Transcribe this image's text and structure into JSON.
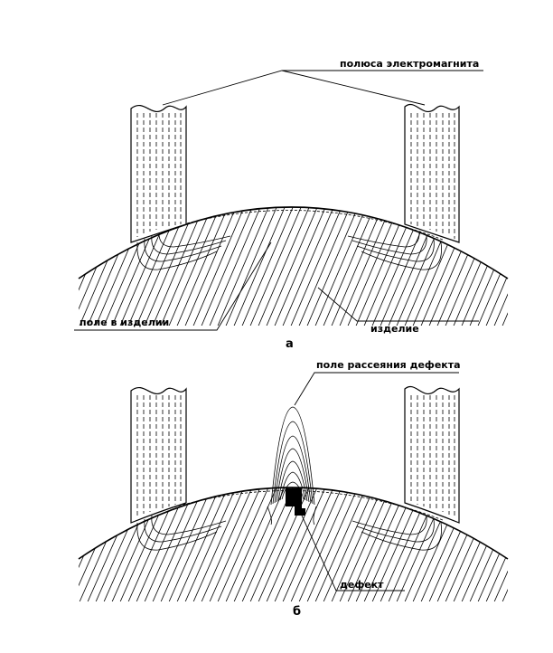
{
  "panel_a": {
    "poles_label": "полюса электромагнита",
    "field_label": "поле в изделии",
    "part_label": "изделие",
    "letter": "а"
  },
  "panel_b": {
    "leakage_label": "поле рассеяния дефекта",
    "defect_label": "дефект",
    "letter": "б"
  }
}
